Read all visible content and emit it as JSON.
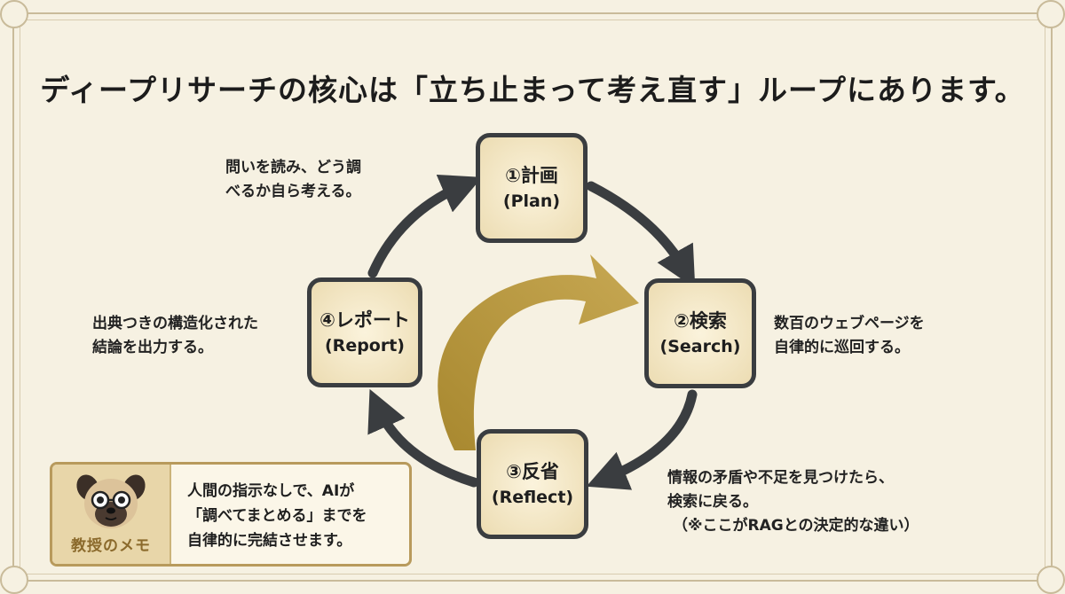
{
  "title": "ディープリサーチの核心は「立ち止まって考え直す」ループにあります。",
  "nodes": [
    {
      "label": "①計画",
      "sublabel": "(Plan)"
    },
    {
      "label": "②検索",
      "sublabel": "(Search)"
    },
    {
      "label": "③反省",
      "sublabel": "(Reflect)"
    },
    {
      "label": "④レポート",
      "sublabel": "(Report)"
    }
  ],
  "descriptions": {
    "plan": [
      "問いを読み、どう調",
      "べるか自ら考える。"
    ],
    "search": [
      "数百のウェブページを",
      "自律的に巡回する。"
    ],
    "reflect": [
      "情報の矛盾や不足を見つけたら、",
      "検索に戻る。",
      "（※ここがRAGとの決定的な違い）"
    ],
    "report": [
      "出典つきの構造化された",
      "結論を出力する。"
    ]
  },
  "memo": {
    "label": "教授のメモ",
    "icon": "pug-professor-icon",
    "lines": [
      "人間の指示なしで、AIが",
      "「調べてまとめる」までを",
      "自律的に完結させます。"
    ]
  },
  "colors": {
    "background": "#f6f1e2",
    "arrow": "#3a3d40",
    "accent_arrow": "#b8983f",
    "node_fill": "#f4e8c8",
    "memo_border": "#b89a5c"
  }
}
